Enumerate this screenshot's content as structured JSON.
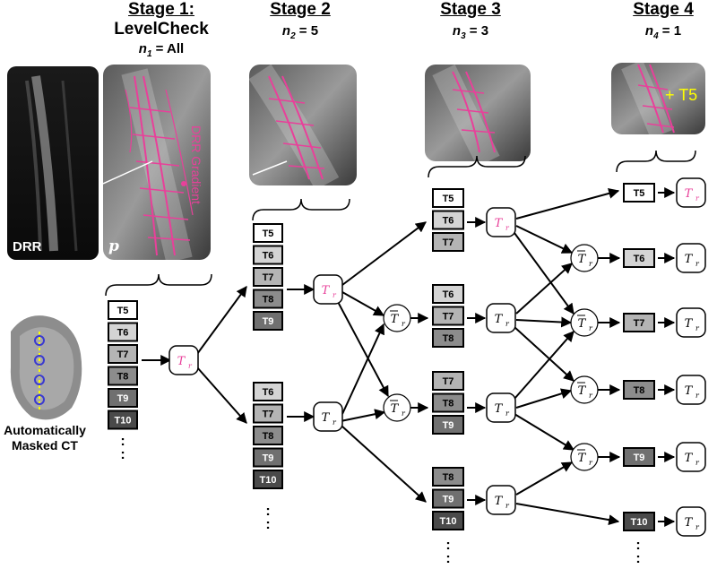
{
  "stages": [
    {
      "title": "Stage 1:",
      "subtitle": "LevelCheck",
      "n_var": "n",
      "n_sub": "1",
      "n_val": "All"
    },
    {
      "title": "Stage 2",
      "n_var": "n",
      "n_sub": "2",
      "n_val": "5"
    },
    {
      "title": "Stage 3",
      "n_var": "n",
      "n_sub": "3",
      "n_val": "3"
    },
    {
      "title": "Stage 4",
      "n_var": "n",
      "n_sub": "4",
      "n_val": "1"
    }
  ],
  "images": {
    "drr_label": "DRR",
    "p_label": "p",
    "gradient_label": "DRR Gradient",
    "t5_marker": "+ T5"
  },
  "ct_label_line1": "Automatically",
  "ct_label_line2": "Masked CT",
  "transform": {
    "symbol": "T",
    "subscript": "r"
  },
  "ellipsis": ":",
  "colors": {
    "magenta": "#e8409a",
    "gray_light": "#d4d4d4",
    "gray_mid": "#b4b4b4",
    "gray_dark": "#8c8c8c",
    "gray_darker": "#707070",
    "gray_darkest": "#4a4a4a",
    "yellow": "#ffff00"
  },
  "stage1": {
    "levels": [
      "T5",
      "T6",
      "T7",
      "T8",
      "T9",
      "T10"
    ]
  },
  "stage2": {
    "groups": [
      [
        "T5",
        "T6",
        "T7",
        "T8",
        "T9"
      ],
      [
        "T6",
        "T7",
        "T8",
        "T9",
        "T10"
      ]
    ]
  },
  "stage3": {
    "groups": [
      [
        "T5",
        "T6",
        "T7"
      ],
      [
        "T6",
        "T7",
        "T8"
      ],
      [
        "T7",
        "T8",
        "T9"
      ],
      [
        "T8",
        "T9",
        "T10"
      ]
    ]
  },
  "stage4": {
    "levels": [
      "T5",
      "T6",
      "T7",
      "T8",
      "T9",
      "T10"
    ]
  }
}
